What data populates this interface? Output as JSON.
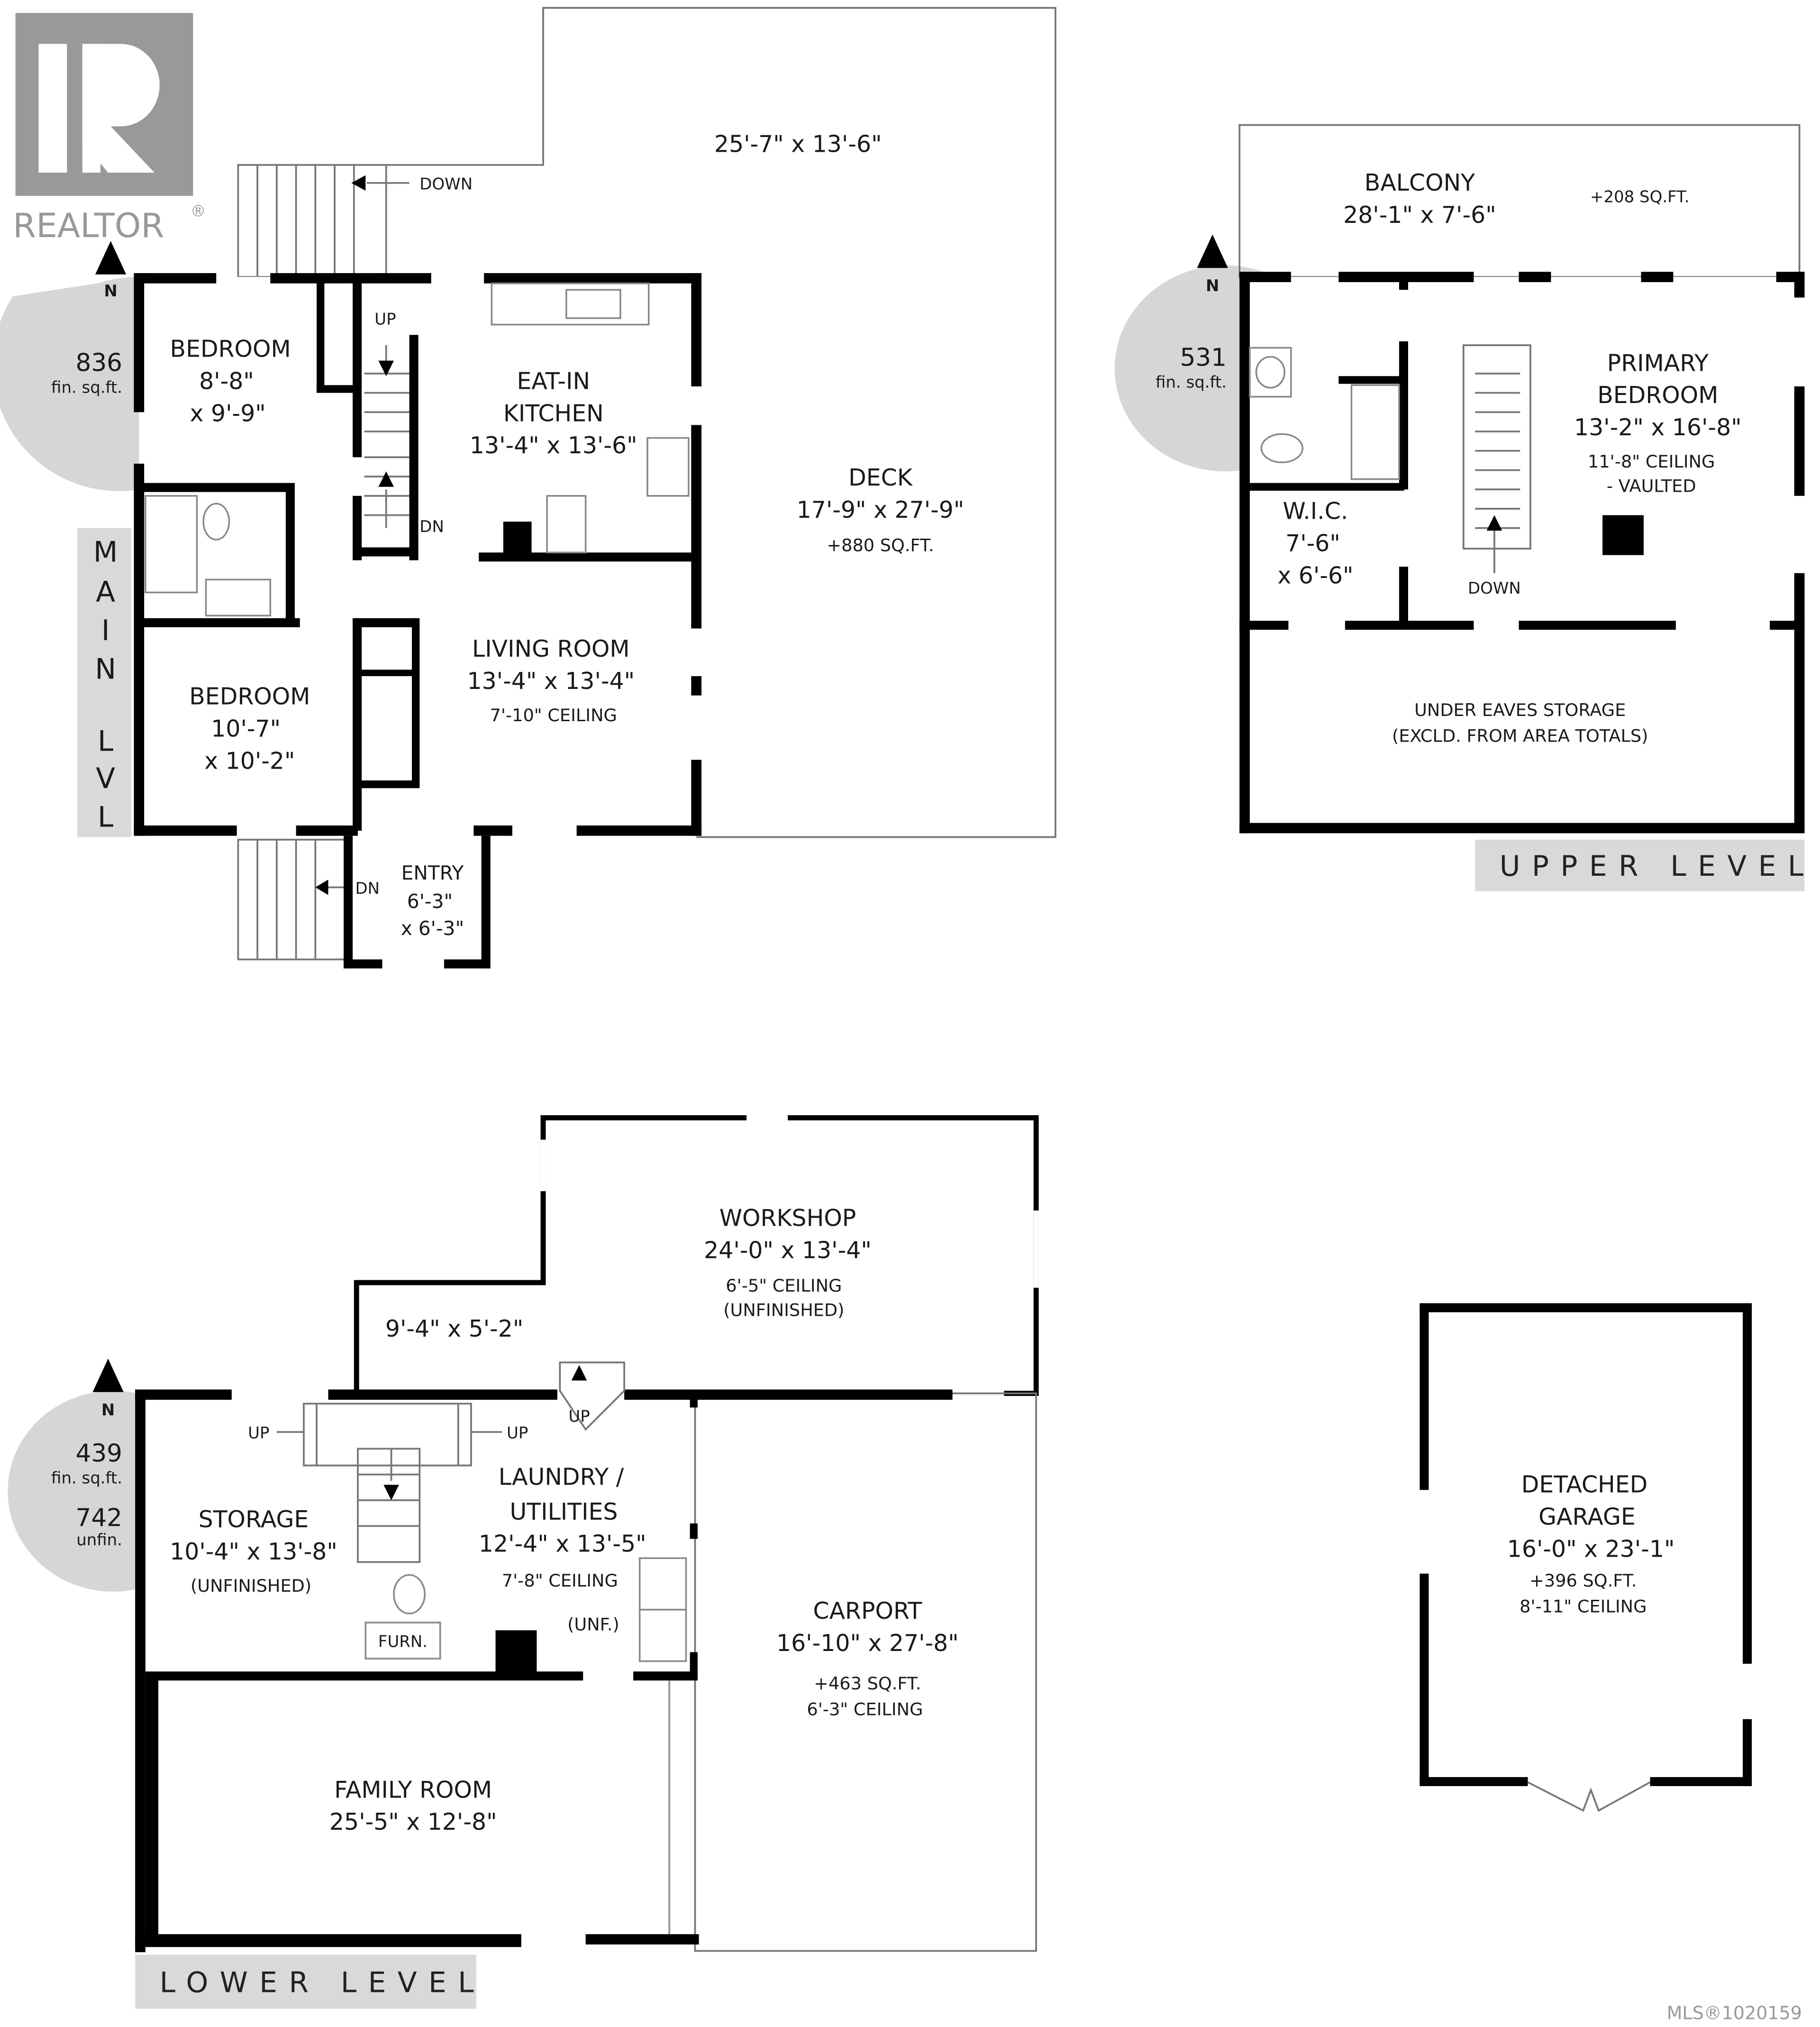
{
  "logo": {
    "text": "REALTOR",
    "mark": "®",
    "color": "#999999"
  },
  "mls": "MLS®1020159",
  "main_level": {
    "label_letters": [
      "M",
      "A",
      "I",
      "N",
      "L",
      "V",
      "L"
    ],
    "compass": {
      "north": "N",
      "area": "836",
      "unit": "fin. sq.ft."
    },
    "rooms": {
      "bedroom1": {
        "name": "BEDROOM",
        "dim1": "8'-8\"",
        "dim2": "x 9'-9\""
      },
      "kitchen": {
        "name1": "EAT-IN",
        "name2": "KITCHEN",
        "dim": "13'-4\" x 13'-6\""
      },
      "bedroom2": {
        "name": "BEDROOM",
        "dim1": "10'-7\"",
        "dim2": "x 10'-2\""
      },
      "living": {
        "name": "LIVING ROOM",
        "dim": "13'-4\" x 13'-4\"",
        "note": "7'-10\" CEILING"
      },
      "entry": {
        "name": "ENTRY",
        "dim1": "6'-3\"",
        "dim2": "x 6'-3\""
      },
      "deck": {
        "name": "DECK",
        "dim": "17'-9\" x 27'-9\"",
        "area": "+880 SQ.FT."
      },
      "deck_upper": {
        "dim": "25'-7\" x 13'-6\""
      }
    },
    "stairs": {
      "down": "DOWN",
      "up": "UP",
      "dn": "DN",
      "dn_front": "DN"
    }
  },
  "upper_level": {
    "label": "UPPER LEVEL",
    "compass": {
      "north": "N",
      "area": "531",
      "unit": "fin. sq.ft."
    },
    "rooms": {
      "balcony": {
        "name": "BALCONY",
        "dim": "28'-1\" x 7'-6\"",
        "area": "+208 SQ.FT."
      },
      "primary": {
        "name1": "PRIMARY",
        "name2": "BEDROOM",
        "dim": "13'-2\" x 16'-8\"",
        "note1": "11'-8\" CEILING",
        "note2": "- VAULTED"
      },
      "wic": {
        "name": "W.I.C.",
        "dim1": "7'-6\"",
        "dim2": "x 6'-6\""
      },
      "storage": {
        "line1": "UNDER EAVES STORAGE",
        "line2": "(EXCLD. FROM AREA TOTALS)"
      }
    },
    "stairs": {
      "down": "DOWN"
    }
  },
  "lower_level": {
    "label": "LOWER LEVEL",
    "compass": {
      "north": "N",
      "fin_area": "439",
      "fin_unit": "fin. sq.ft.",
      "unfin_area": "742",
      "unfin_unit": "unfin."
    },
    "rooms": {
      "workshop": {
        "name": "WORKSHOP",
        "dim": "24'-0\" x 13'-4\"",
        "note1": "6'-5\" CEILING",
        "note2": "(UNFINISHED)"
      },
      "nook": {
        "dim": "9'-4\" x 5'-2\""
      },
      "storage": {
        "name": "STORAGE",
        "dim": "10'-4\" x 13'-8\"",
        "note": "(UNFINISHED)"
      },
      "laundry": {
        "name1": "LAUNDRY /",
        "name2": "UTILITIES",
        "dim": "12'-4\" x 13'-5\"",
        "note1": "7'-8\" CEILING",
        "note2": "(UNF.)"
      },
      "furnace": {
        "label": "FURN."
      },
      "carport": {
        "name": "CARPORT",
        "dim": "16'-10\" x 27'-8\"",
        "area": "+463 SQ.FT.",
        "note": "6'-3\" CEILING"
      },
      "family": {
        "name": "FAMILY ROOM",
        "dim": "25'-5\" x 12'-8\""
      }
    },
    "stairs": {
      "up_left": "UP",
      "up_right": "UP",
      "up_side": "UP"
    }
  },
  "garage": {
    "name1": "DETACHED",
    "name2": "GARAGE",
    "dim": "16'-0\" x 23'-1\"",
    "area": "+396 SQ.FT.",
    "note": "8'-11\" CEILING"
  }
}
